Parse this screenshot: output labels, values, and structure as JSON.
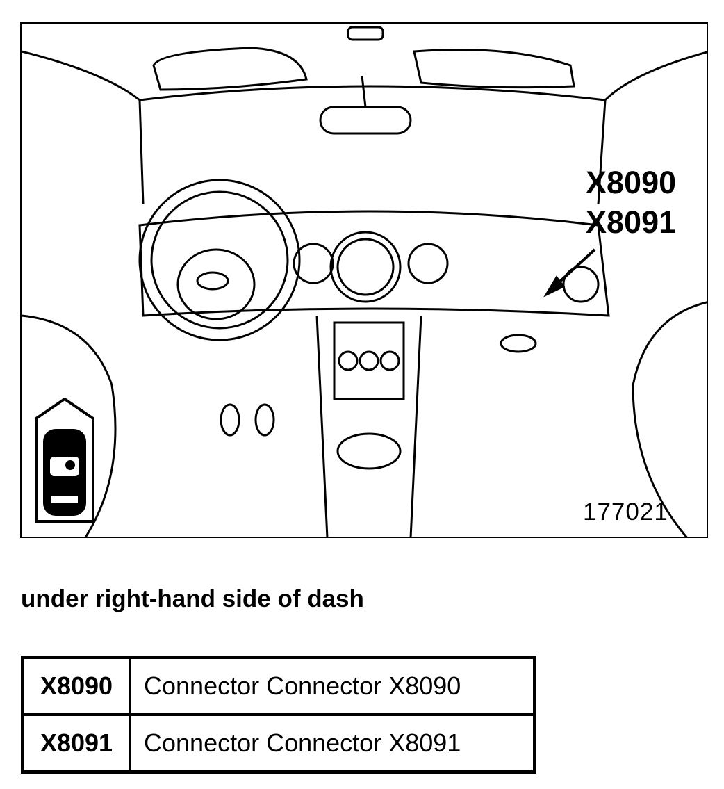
{
  "figure": {
    "callouts": [
      "X8090",
      "X8091"
    ],
    "figure_number": "177021"
  },
  "caption": "under right-hand side of dash",
  "table": {
    "rows": [
      {
        "code": "X8090",
        "description": "Connector Connector X8090"
      },
      {
        "code": "X8091",
        "description": "Connector Connector X8091"
      }
    ]
  }
}
